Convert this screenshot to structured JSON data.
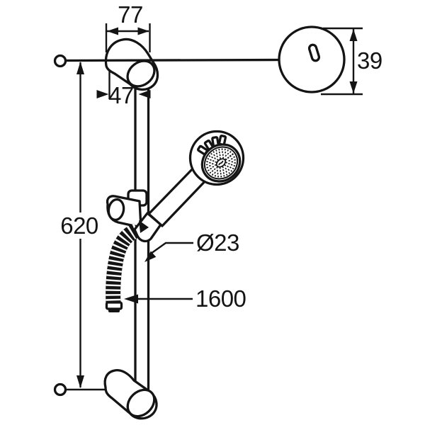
{
  "drawing": {
    "background": "#ffffff",
    "line_color": "#141414",
    "subject": "shower rail set with hand shower, wall brackets, hose and wall escutcheon detail"
  },
  "annotations": {
    "bracket_width": "77",
    "bracket_offset": "47",
    "escutcheon_height": "39",
    "bar_length": "620",
    "bar_diameter": "Ø23",
    "hose_length": "1600"
  }
}
